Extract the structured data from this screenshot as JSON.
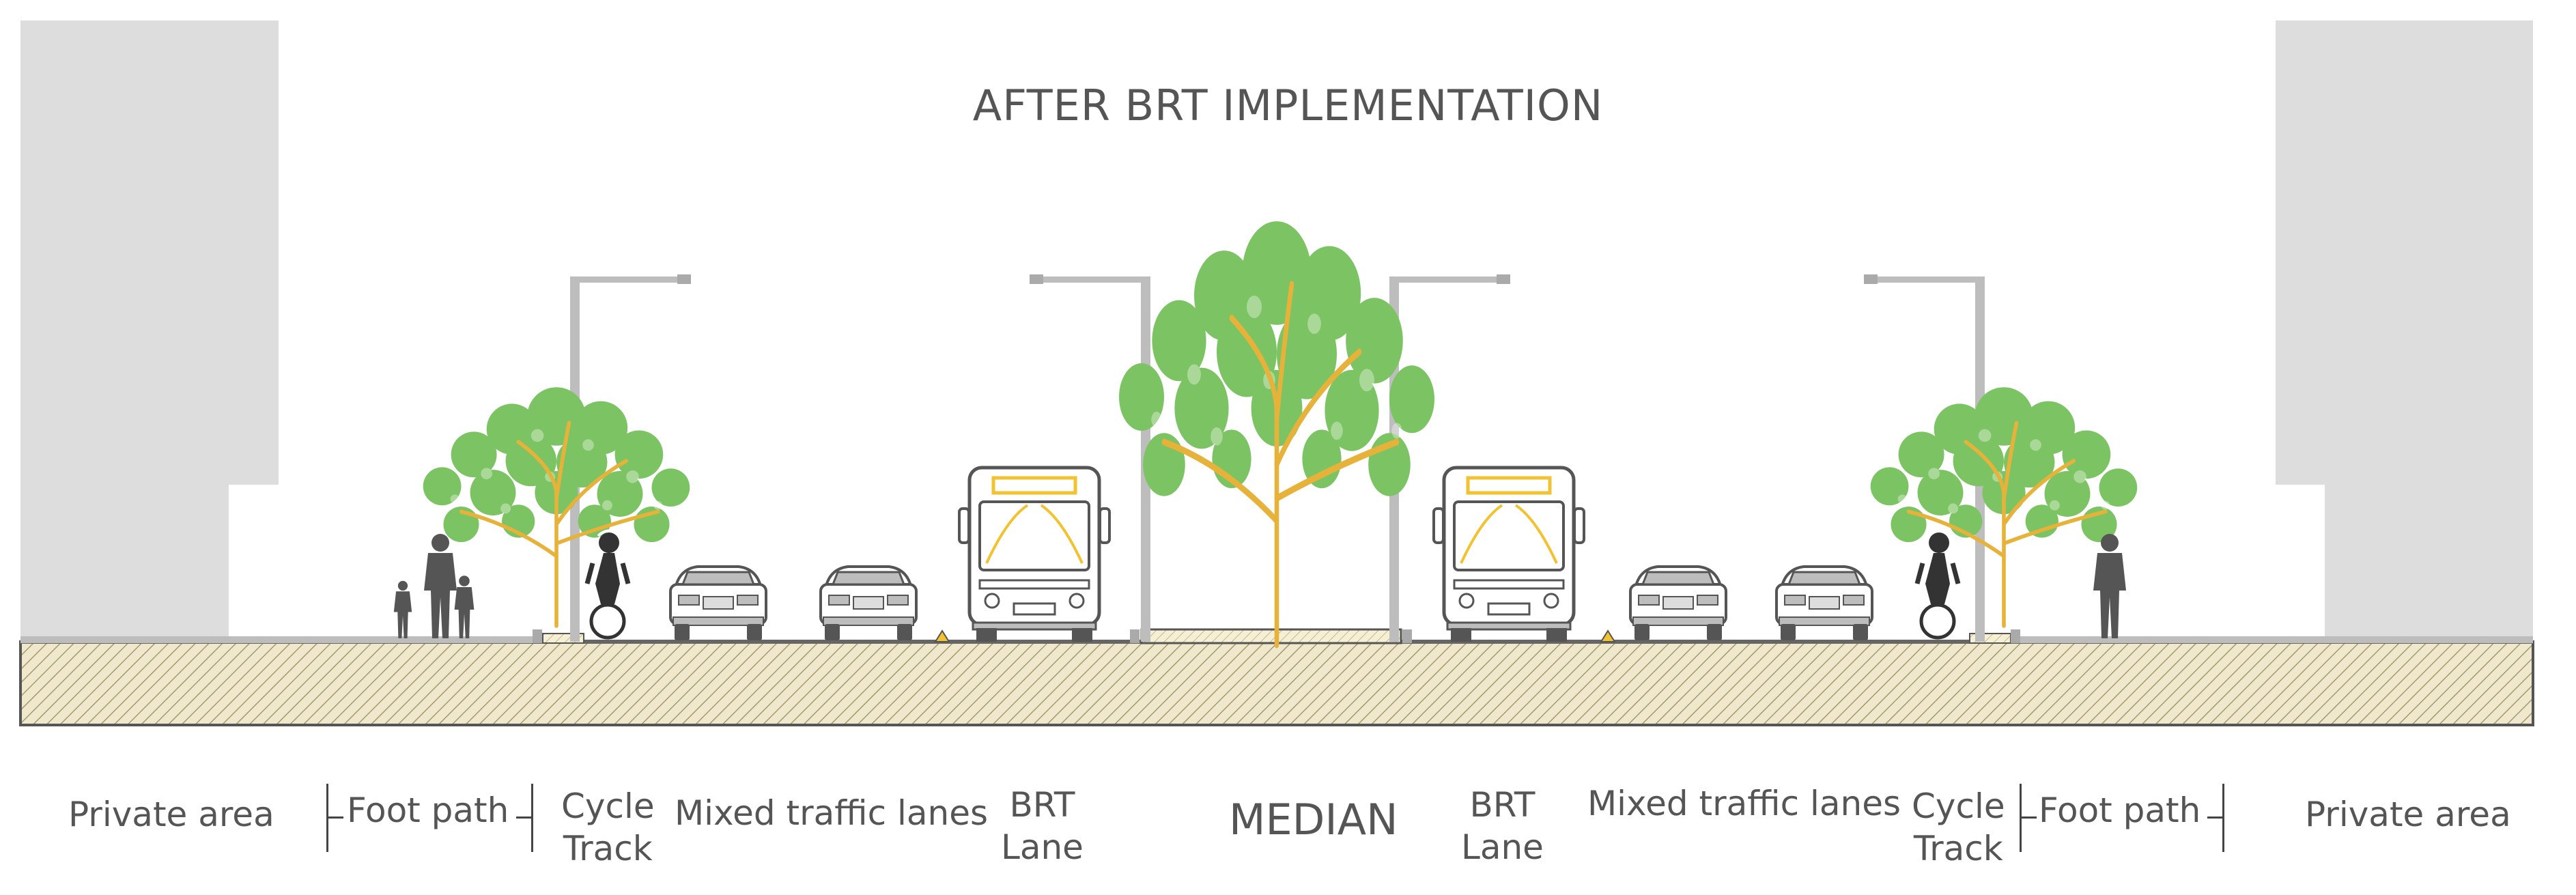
{
  "title": "AFTER BRT IMPLEMENTATION",
  "labels": {
    "private_area_left": "Private area",
    "foot_path_left": "Foot path",
    "cycle_track_left": [
      "Cycle",
      "Track"
    ],
    "mixed_traffic_left": "Mixed traffic lanes",
    "brt_lane_left": [
      "BRT",
      "Lane"
    ],
    "median": "MEDIAN",
    "brt_lane_right": [
      "BRT",
      "Lane"
    ],
    "mixed_traffic_right": "Mixed traffic lanes",
    "cycle_track_right": [
      "Cycle",
      "Track"
    ],
    "foot_path_right": "Foot path",
    "private_area_right": "Private area"
  },
  "colors": {
    "building": "#dddddd",
    "ground_fill": "#efe8cc",
    "ground_hatch": "#a49a6e",
    "tree_leaves": "#7cc463",
    "tree_trunk": "#e7b23a",
    "pole": "#bdbdbd",
    "vehicle_outline": "#555555",
    "bus_sign": "#f2c230",
    "label_text": "#555555"
  },
  "icons": [
    "building",
    "street-light-pole",
    "tree",
    "pedestrian-family",
    "pedestrian",
    "cyclist",
    "car",
    "bus",
    "curb-marker"
  ]
}
